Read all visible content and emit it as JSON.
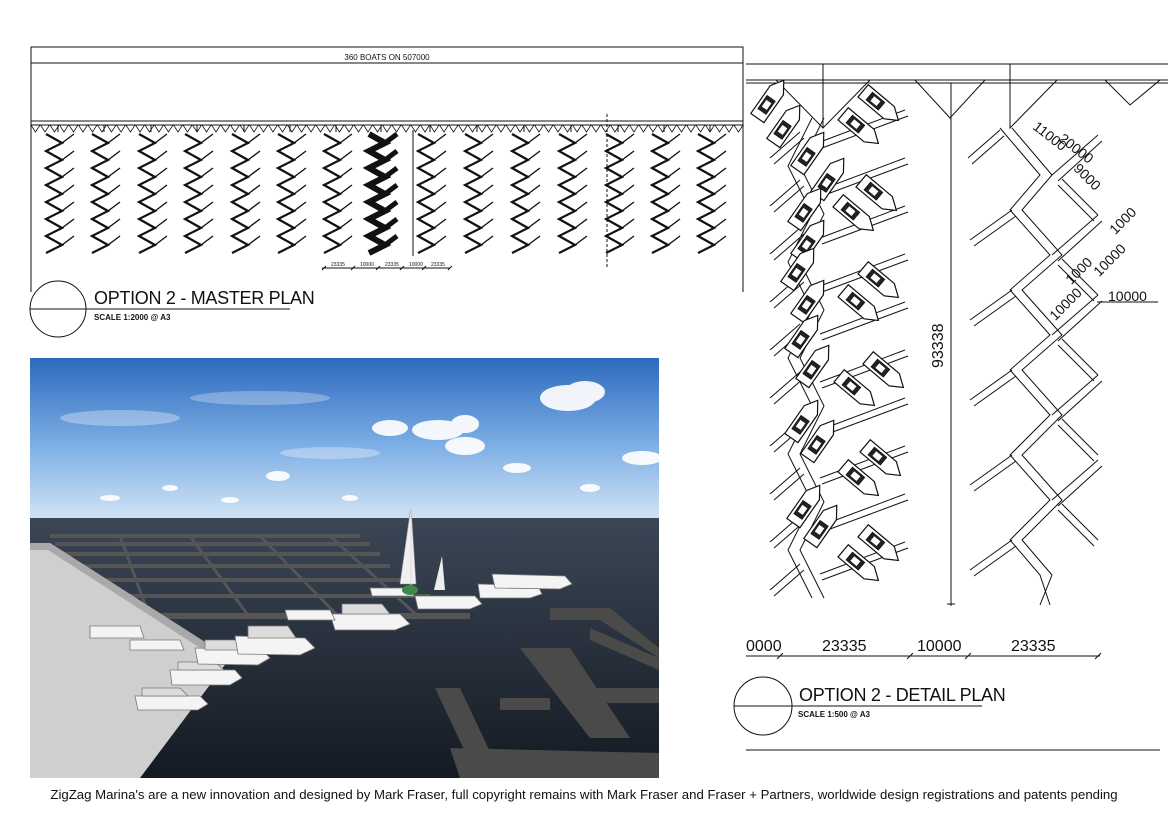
{
  "master_plan": {
    "header": "360 BOATS ON 507000",
    "title": "OPTION 2 - MASTER PLAN",
    "scale": "SCALE 1:2000 @ A3",
    "dimension_labels": [
      "23335",
      "10000",
      "23335",
      "10000",
      "23335"
    ]
  },
  "detail_plan": {
    "title": "OPTION 2 - DETAIL PLAN",
    "scale": "SCALE 1:500 @ A3",
    "vertical_dimension": "93338",
    "dimensions": {
      "d_20000": "20000",
      "d_11000": "11000",
      "d_9000": "9000",
      "d_1000_a": "1000",
      "d_10000_a": "10000",
      "d_1000_b": "1000",
      "d_10000_b": "10000",
      "d_10000_c": "10000"
    },
    "bottom_dimensions": [
      "0000",
      "23335",
      "10000",
      "23335"
    ]
  },
  "render": {
    "description": ""
  },
  "footer": "ZigZag Marina's are a new innovation and designed by Mark Fraser, full copyright remains with Mark Fraser and Fraser + Partners, worldwide design registrations and patents pending",
  "colors": {
    "line": "#111111",
    "sky_top": "#2f6fc4",
    "sky_bottom": "#c5dcf3",
    "water": "#1f2833",
    "pontoon": "#4a4a48",
    "quay": "#cfcfcf"
  }
}
